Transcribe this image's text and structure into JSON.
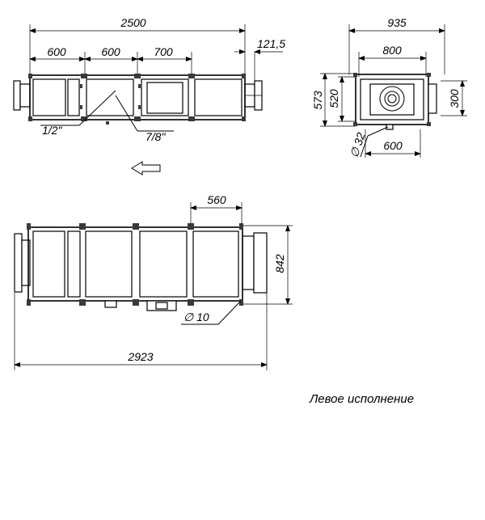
{
  "top_view": {
    "dim_total": "2500",
    "dim_section_1": "600",
    "dim_section_2": "600",
    "dim_section_3": "700",
    "dim_offset": "121,5",
    "pipe_1": "1/2\"",
    "pipe_2": "7/8\""
  },
  "end_view": {
    "dim_width_outer": "935",
    "dim_width_inner": "800",
    "dim_height_outer": "573",
    "dim_height_inner": "520",
    "dim_duct": "300",
    "dim_drain": "∅ 32",
    "dim_bottom": "600"
  },
  "side_view": {
    "dim_section": "560",
    "dim_height": "842",
    "dim_drain": "∅ 10",
    "dim_total": "2923"
  },
  "caption": "Левое исполнение"
}
